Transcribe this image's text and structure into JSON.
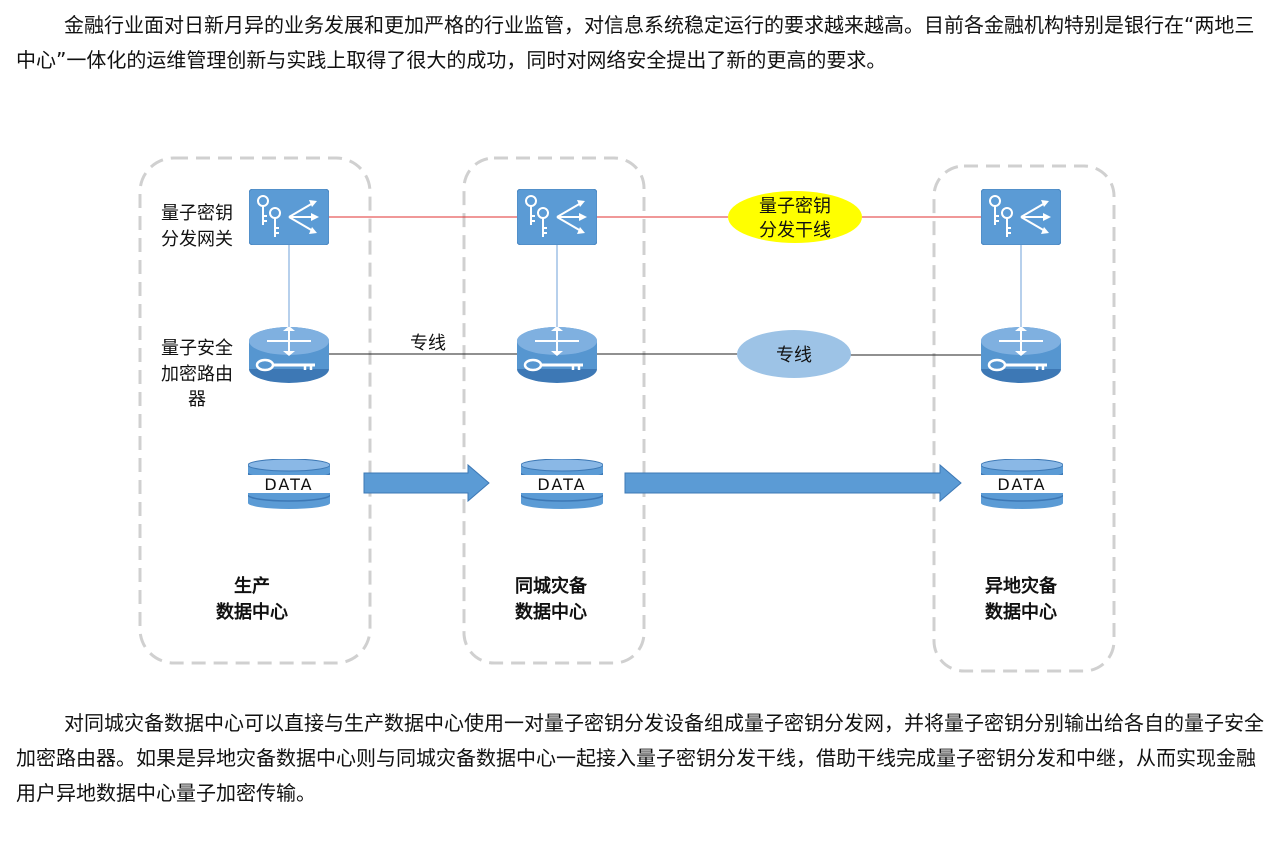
{
  "paragraph_top": "金融行业面对日新月异的业务发展和更加严格的行业监管，对信息系统稳定运行的要求越来越高。目前各金融机构特别是银行在“两地三中心”一体化的运维管理创新与实践上取得了很大的成功，同时对网络安全提出了新的更高的要求。",
  "paragraph_bottom": "对同城灾备数据中心可以直接与生产数据中心使用一对量子密钥分发设备组成量子密钥分发网，并将量子密钥分别输出给各自的量子安全加密路由器。如果是异地灾备数据中心则与同城灾备数据中心一起接入量子密钥分发干线，借助干线完成量子密钥分发和中继，从而实现金融用户异地数据中心量子加密传输。",
  "diagram": {
    "row_labels": {
      "gateway": [
        "量子密钥",
        "分发网关"
      ],
      "router": [
        "量子安全",
        "加密路由",
        "器"
      ]
    },
    "trunk_label": [
      "量子密钥",
      "分发干线"
    ],
    "leased_line_label_left": "专线",
    "leased_line_label_right": "专线",
    "data_label": "DATA",
    "centers": [
      {
        "line1": "生产",
        "line2": "数据中心"
      },
      {
        "line1": "同城灾备",
        "line2": "数据中心"
      },
      {
        "line1": "异地灾备",
        "line2": "数据中心"
      }
    ],
    "colors": {
      "device_blue": "#5b9bd5",
      "device_dark": "#3d78b5",
      "trunk_fill": "#ffff00",
      "leased_fill": "#9dc3e6",
      "red_link": "#e03030",
      "dashed_border": "#d0d0d0"
    }
  }
}
